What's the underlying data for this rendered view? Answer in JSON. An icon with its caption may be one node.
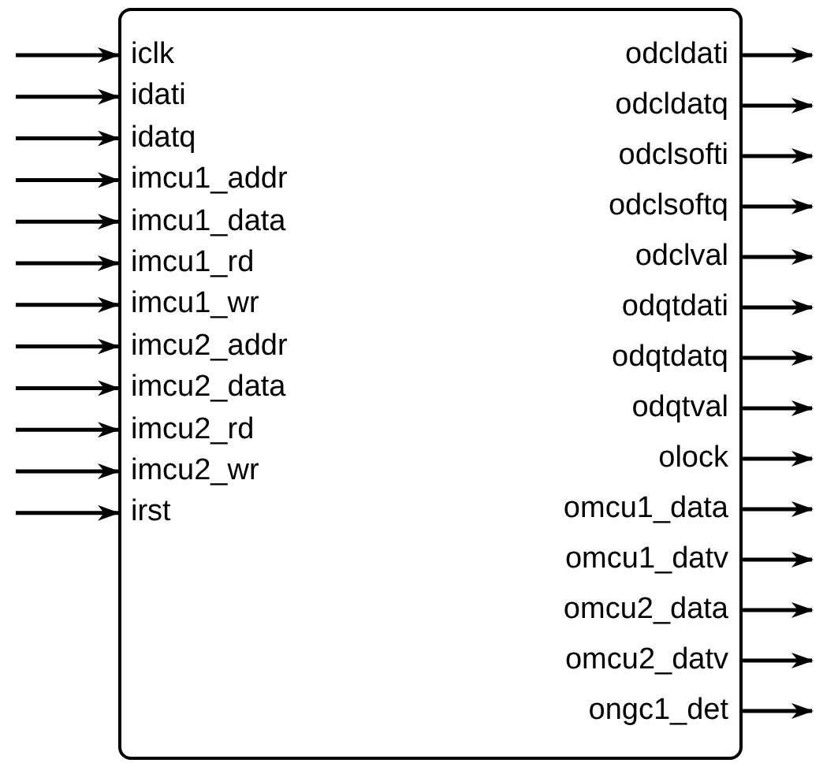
{
  "diagram": {
    "nodes": [
      {
        "text": [],
        "shape": "box"
      },
      {
        "text": [
          "iclk"
        ],
        "in": 0
      },
      {
        "text": [
          "idati"
        ],
        "in": 0
      },
      {
        "text": [
          "idatq"
        ],
        "in": 0
      },
      {
        "text": [
          "imcu1_addr"
        ],
        "in": 0
      },
      {
        "text": [
          "imcu1_data"
        ],
        "in": 0
      },
      {
        "text": [
          "imcu1_rd"
        ],
        "in": 0
      },
      {
        "text": [
          "imcu1_wr"
        ],
        "in": 0
      },
      {
        "text": [
          "imcu2_addr"
        ],
        "in": 0
      },
      {
        "text": [
          "imcu2_data"
        ],
        "in": 0
      },
      {
        "text": [
          "imcu2_rd"
        ],
        "in": 0
      },
      {
        "text": [
          "imcu2_wr"
        ],
        "in": 0
      },
      {
        "text": [
          "irst"
        ],
        "in": 0
      },
      {
        "text": [
          "odcldati"
        ],
        "in": 0
      },
      {
        "text": [
          "odcldatq"
        ],
        "in": 0
      },
      {
        "text": [
          "odclsofti"
        ],
        "in": 0
      },
      {
        "text": [
          "odclsoftq"
        ],
        "in": 0
      },
      {
        "text": [
          "odclval"
        ],
        "in": 0
      },
      {
        "text": [
          "odqtdati"
        ],
        "in": 0
      },
      {
        "text": [
          "odqtdatq"
        ],
        "in": 0
      },
      {
        "text": [
          "odqtval"
        ],
        "in": 0
      },
      {
        "text": [
          "olock"
        ],
        "in": 0
      },
      {
        "text": [
          "omcu1_data"
        ],
        "in": 0
      },
      {
        "text": [
          "omcu1_datv"
        ],
        "in": 0
      },
      {
        "text": [
          "omcu2_data"
        ],
        "in": 0
      },
      {
        "text": [
          "omcu2_datv"
        ],
        "in": 0
      },
      {
        "text": [
          "ongc1_det"
        ],
        "in": 0
      }
    ],
    "edges": [
      {
        "from": null,
        "to": 1,
        "arrow": "to"
      },
      {
        "from": null,
        "to": 2,
        "arrow": "to"
      },
      {
        "from": null,
        "to": 3,
        "arrow": "to"
      },
      {
        "from": null,
        "to": 4,
        "arrow": "to"
      },
      {
        "from": null,
        "to": 5,
        "arrow": "to"
      },
      {
        "from": null,
        "to": 6,
        "arrow": "to"
      },
      {
        "from": null,
        "to": 7,
        "arrow": "to"
      },
      {
        "from": null,
        "to": 8,
        "arrow": "to"
      },
      {
        "from": null,
        "to": 9,
        "arrow": "to"
      },
      {
        "from": null,
        "to": 10,
        "arrow": "to"
      },
      {
        "from": null,
        "to": 11,
        "arrow": "to"
      },
      {
        "from": null,
        "to": 12,
        "arrow": "to"
      },
      {
        "from": 13,
        "to": null,
        "arrow": "to"
      },
      {
        "from": 14,
        "to": null,
        "arrow": "to"
      },
      {
        "from": 15,
        "to": null,
        "arrow": "to"
      },
      {
        "from": 16,
        "to": null,
        "arrow": "to"
      },
      {
        "from": 17,
        "to": null,
        "arrow": "to"
      },
      {
        "from": 18,
        "to": null,
        "arrow": "to"
      },
      {
        "from": 19,
        "to": null,
        "arrow": "to"
      },
      {
        "from": 20,
        "to": null,
        "arrow": "to"
      },
      {
        "from": 21,
        "to": null,
        "arrow": "to"
      },
      {
        "from": 22,
        "to": null,
        "arrow": "to"
      },
      {
        "from": 23,
        "to": null,
        "arrow": "to"
      },
      {
        "from": 24,
        "to": null,
        "arrow": "to"
      },
      {
        "from": 25,
        "to": null,
        "arrow": "to"
      },
      {
        "from": 26,
        "to": null,
        "arrow": "to"
      }
    ]
  }
}
